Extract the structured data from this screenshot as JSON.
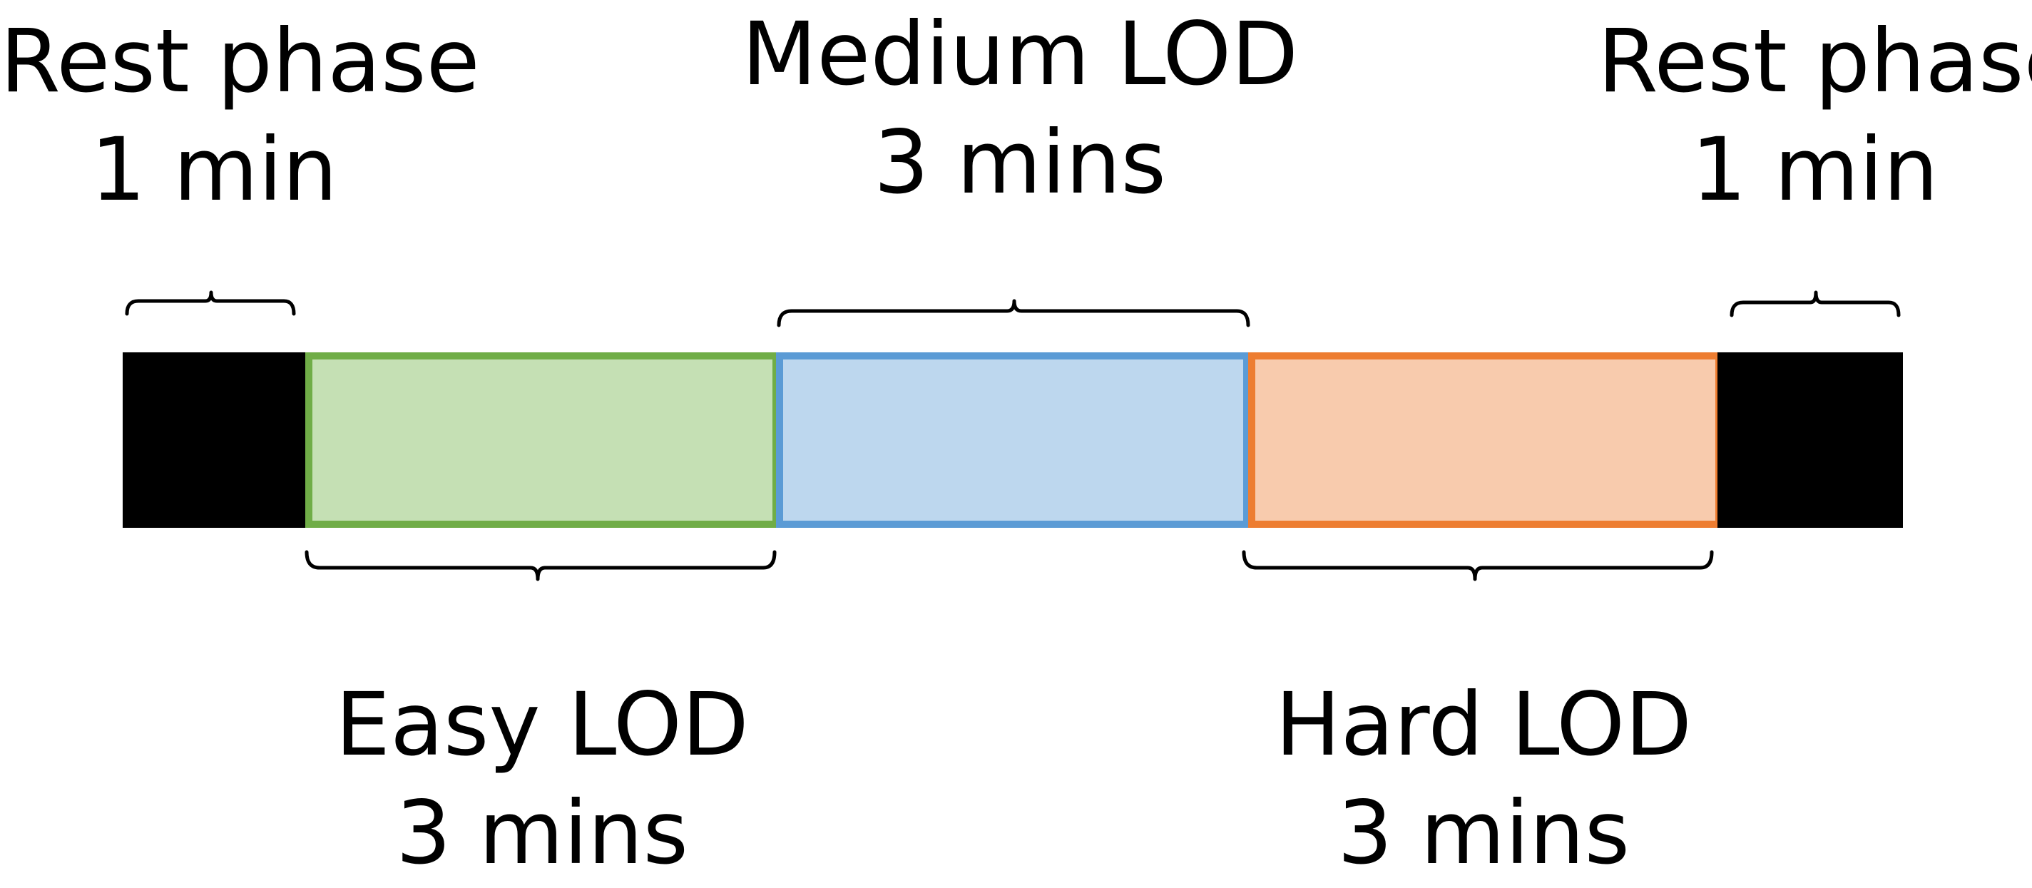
{
  "diagram": {
    "segments": [
      {
        "id": "rest-start",
        "kind": "rest",
        "fill": "#000000",
        "border": "#000000"
      },
      {
        "id": "easy",
        "kind": "easy",
        "fill": "#c5e0b4",
        "border": "#70ad47"
      },
      {
        "id": "medium",
        "kind": "medium",
        "fill": "#bdd7ee",
        "border": "#5b9bd5"
      },
      {
        "id": "hard",
        "kind": "hard",
        "fill": "#f8cbad",
        "border": "#ed7d31"
      },
      {
        "id": "rest-end",
        "kind": "rest",
        "fill": "#000000",
        "border": "#000000"
      }
    ],
    "labels": {
      "rest_start": {
        "name": "Rest phase",
        "duration": "1 min"
      },
      "easy": {
        "name": "Easy LOD",
        "duration": "3 mins"
      },
      "medium": {
        "name": "Medium LOD",
        "duration": "3 mins"
      },
      "hard": {
        "name": "Hard LOD",
        "duration": "3 mins"
      },
      "rest_end": {
        "name": "Rest phase",
        "duration": "1 min"
      }
    }
  }
}
